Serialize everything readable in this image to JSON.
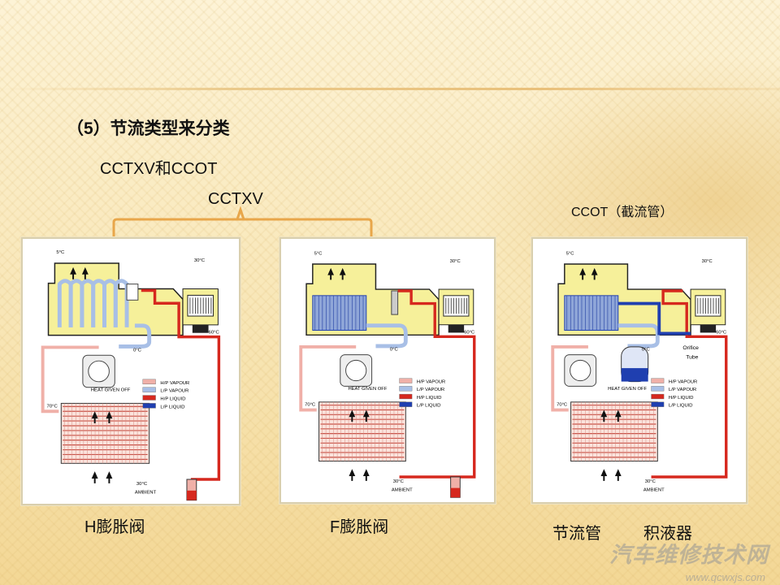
{
  "slide": {
    "heading": "（5）节流类型来分类",
    "subheading": "CCTXV和CCOT",
    "group_label": "CCTXV",
    "ccot_label": "CCOT（截流管）",
    "captions": [
      "H膨胀阀",
      "F膨胀阀",
      "节流管",
      "积液器"
    ],
    "bracket_color": "#e8a64a"
  },
  "diagram_labels": {
    "legend": [
      "H/P VAPOUR",
      "L/P VAPOUR",
      "H/P LIQUID",
      "L/P LIQUID"
    ],
    "heat_given_off": "HEAT GIVEN OFF",
    "ambient": "AMBIENT",
    "t_evap": "5°C",
    "t_cabin": "30°C",
    "t_hp": "60°C",
    "t_lp": "0°C",
    "t_cond": "70°C",
    "t_ambient": "30°C",
    "orifice": "Orifice",
    "tube": "Tube"
  },
  "colors": {
    "hp_vapour": "#f0b0a8",
    "lp_vapour": "#a8bfe6",
    "hp_liquid": "#d6281e",
    "lp_liquid": "#1f3fb0",
    "cabin": "#f6f09a"
  },
  "watermark": {
    "name": "汽车维修技术网",
    "url": "www.qcwxjs.com"
  }
}
